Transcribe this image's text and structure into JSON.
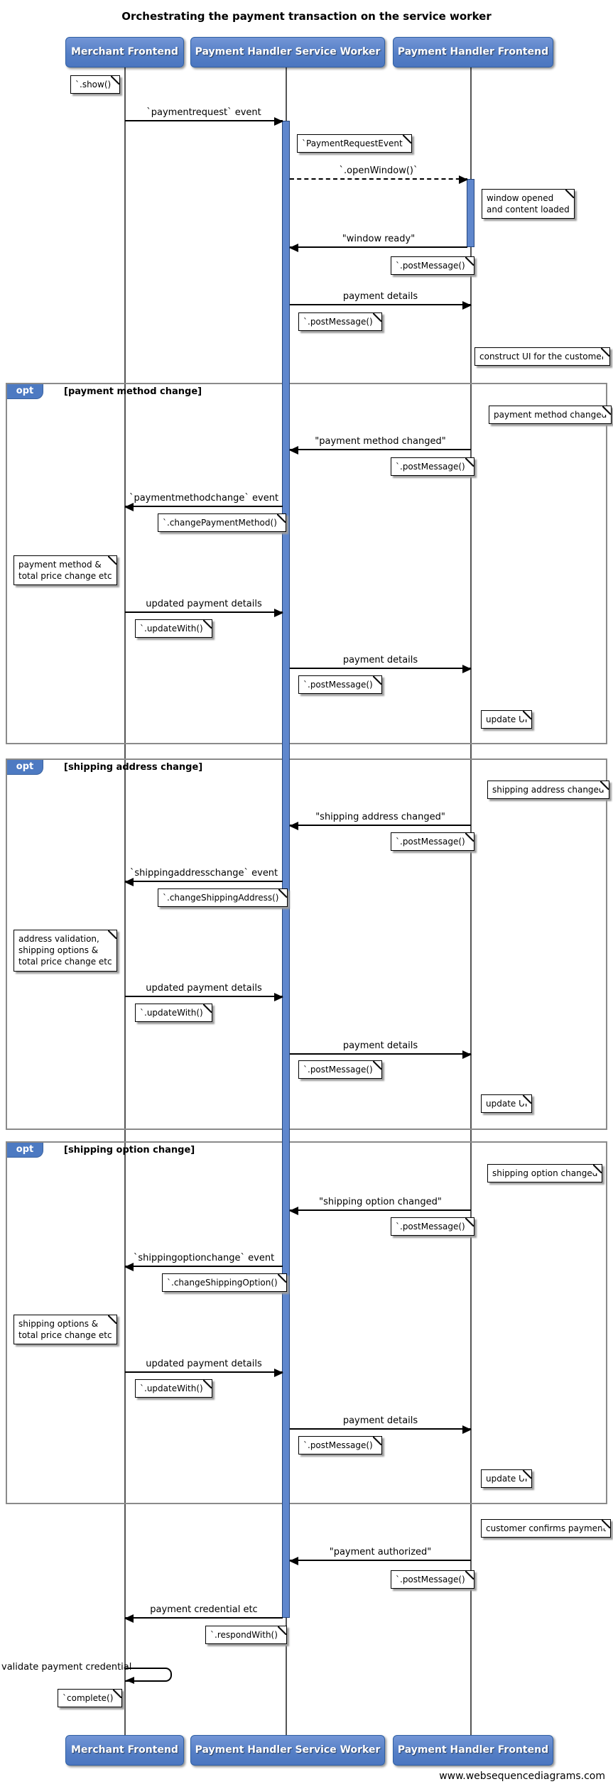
{
  "title": "Orchestrating the payment transaction on the service worker",
  "footer": "www.websequencediagrams.com",
  "actors": {
    "merchant": "Merchant Frontend",
    "service_worker": "Payment Handler Service Worker",
    "handler_frontend": "Payment Handler Frontend"
  },
  "fragments": {
    "keyword": "opt",
    "payment_method": "[payment method change]",
    "shipping_address": "[shipping address change]",
    "shipping_option": "[shipping option change]"
  },
  "messages": {
    "paymentrequest_event": "`paymentrequest` event",
    "open_window": "`.openWindow()`",
    "window_ready": "\"window ready\"",
    "payment_details": "payment details",
    "payment_method_changed": "\"payment method changed\"",
    "paymentmethodchange_event": "`paymentmethodchange` event",
    "updated_payment_details": "updated payment details",
    "shipping_address_changed": "\"shipping address changed\"",
    "shippingaddresschange_event": "`shippingaddresschange` event",
    "shipping_option_changed": "\"shipping option changed\"",
    "shippingoptionchange_event": "`shippingoptionchange` event",
    "payment_authorized": "\"payment authorized\"",
    "payment_credential_etc": "payment credential etc",
    "validate_payment_credential": "validate payment credential"
  },
  "notes": {
    "show": "`.show()`",
    "payment_request_event": "`PaymentRequestEvent`",
    "window_opened": "window opened\nand content loaded",
    "post_message": "`.postMessage()`",
    "construct_ui": "construct UI for the customer",
    "payment_method_changed": "payment method changed",
    "change_payment_method": "`.changePaymentMethod()`",
    "payment_method_total": "payment method &\ntotal price change etc",
    "update_with": "`.updateWith()`",
    "update_ui": "update UI",
    "shipping_address_changed": "shipping address changed",
    "change_shipping_address": "`.changeShippingAddress()`",
    "address_validation": "address validation,\nshipping options &\ntotal price change etc",
    "shipping_option_changed": "shipping option changed",
    "change_shipping_option": "`.changeShippingOption()`",
    "shipping_options_total": "shipping options &\ntotal price change etc",
    "customer_confirms": "customer confirms payment",
    "respond_with": "`.respondWith()`",
    "complete": "`complete()`"
  },
  "colors": {
    "actor_blue": "#557fc6",
    "activation_blue": "#5f87cd",
    "block_border_gray": "#8a8a8a",
    "note_fill": "#ffffff"
  }
}
